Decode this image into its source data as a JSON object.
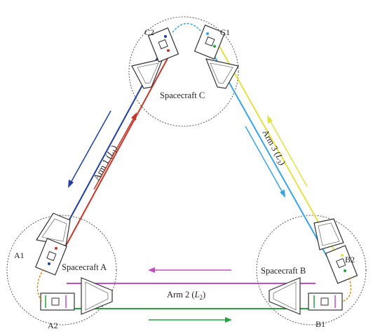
{
  "spacecraft": {
    "A": {
      "label": "Spacecraft A",
      "bench1": "A1",
      "bench2": "A2"
    },
    "B": {
      "label": "Spacecraft B",
      "bench1": "B1",
      "bench2": "B2"
    },
    "C": {
      "label": "Spacecraft C",
      "bench1": "C1",
      "bench2": "C2"
    }
  },
  "arms": {
    "arm1": {
      "label": "Arm 1 (",
      "var": "L",
      "sub": "1",
      "close": ")"
    },
    "arm2": {
      "label": "Arm 2 (",
      "var": "L",
      "sub": "2",
      "close": ")"
    },
    "arm3": {
      "label": "Arm 3 (",
      "var": "L",
      "sub": "3",
      "close": ")"
    }
  },
  "colors": {
    "arm1_outbound": "#1f3f9a",
    "arm1_inbound": "#c0392b",
    "arm2_outbound": "#c04fc0",
    "arm2_inbound": "#27a045",
    "arm3_outbound": "#3aa3e0",
    "arm3_inbound": "#e3e04a",
    "fiber": "#d08a2a",
    "outline": "#333333"
  }
}
